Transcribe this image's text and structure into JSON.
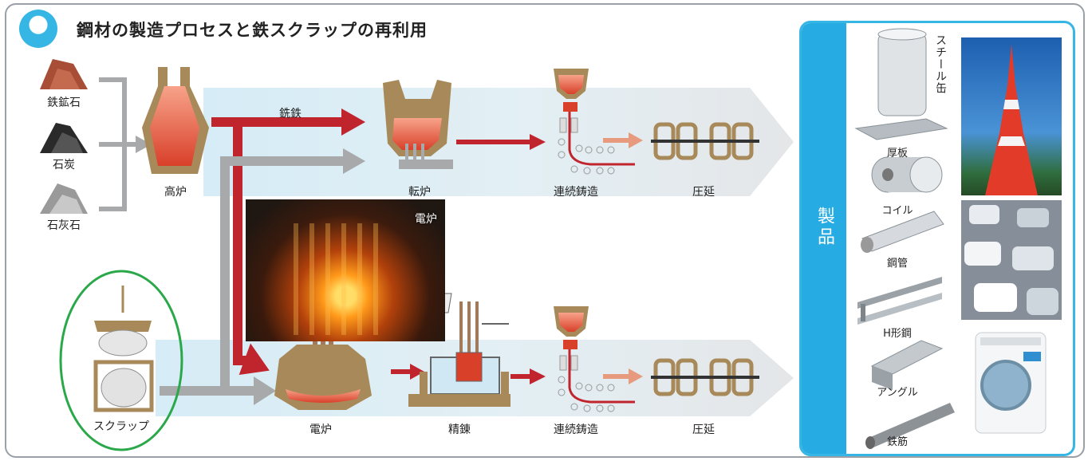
{
  "title": "鋼材の製造プロセスと鉄スクラップの再利用",
  "icons": {
    "title": "blue-circle-icon",
    "steel_can": "steel-can-icon",
    "plate": "steel-plate-icon",
    "coil": "coil-icon",
    "pipe": "steel-pipe-icon",
    "h_beam": "h-beam-icon",
    "angle": "angle-steel-icon",
    "rebar": "rebar-icon"
  },
  "raw_materials": [
    "鉄鉱石",
    "石炭",
    "石灰石"
  ],
  "top_route": {
    "blast_furnace": "高炉",
    "pig_iron": "銑鉄",
    "converter": "転炉",
    "continuous_casting": "連続鋳造",
    "rolling": "圧延"
  },
  "bottom_route": {
    "scrap": "スクラップ",
    "eaf_photo": "電炉",
    "eaf": "電炉",
    "refining": "精錬",
    "continuous_casting": "連続鋳造",
    "rolling": "圧延"
  },
  "products": {
    "heading": "製品",
    "steel_can": "スチール缶",
    "items": [
      "厚板",
      "コイル",
      "鋼管",
      "H形鋼",
      "アングル",
      "鉄筋"
    ]
  },
  "colors": {
    "accent_blue": "#26ace2",
    "molten": "#e8563a",
    "arrow_red": "#c0242c",
    "frame_brown": "#a88a5a",
    "scrap_circle": "#2aa84a"
  }
}
